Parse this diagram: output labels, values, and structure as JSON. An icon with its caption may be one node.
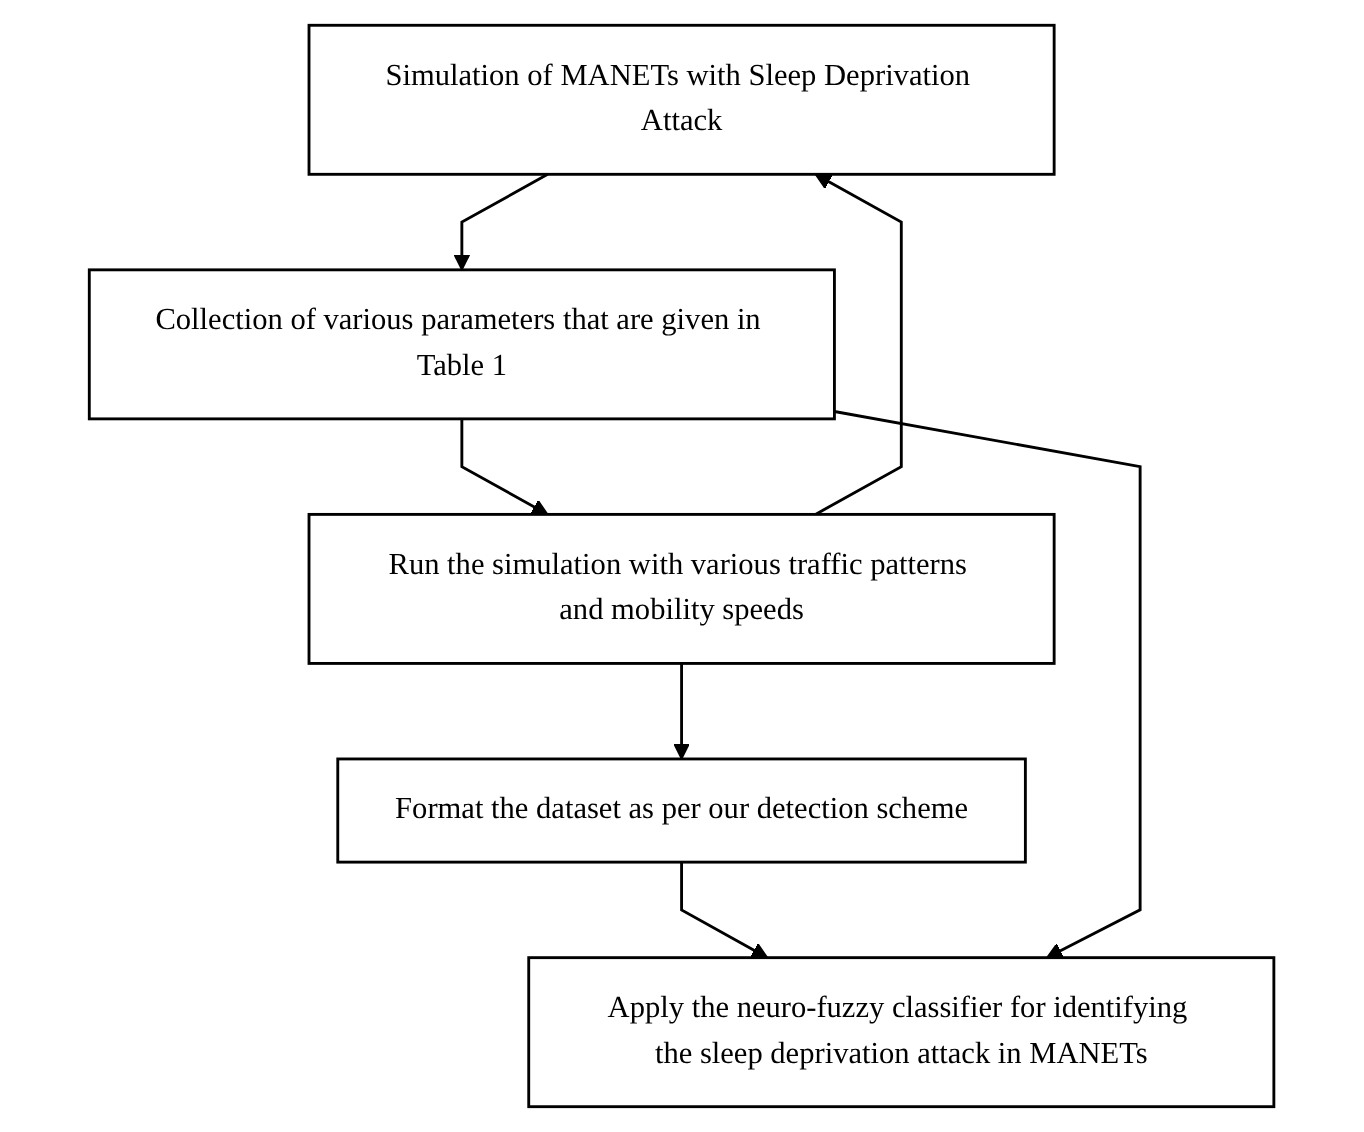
{
  "diagram": {
    "nodes": [
      {
        "text": [
          "Simulation of MANETs with Sleep Deprivation Attack"
        ]
      },
      {
        "text": [
          "Collection of various parameters that are given in Table 1"
        ]
      },
      {
        "text": [
          "Run the simulation with various traffic patterns and mobility speeds"
        ]
      },
      {
        "text": [
          "Format the dataset as per our detection scheme"
        ]
      },
      {
        "text": [
          "Apply the neuro-fuzzy classifier for identifying the sleep deprivation attack in MANETs"
        ]
      }
    ],
    "edges": [
      {
        "from": 0,
        "to": 1,
        "arrow": "to"
      },
      {
        "from": 1,
        "to": 2,
        "arrow": "to"
      },
      {
        "from": 2,
        "to": 0,
        "arrow": "to"
      },
      {
        "from": 2,
        "to": 3,
        "arrow": "to"
      },
      {
        "from": 3,
        "to": 4,
        "arrow": "to"
      },
      {
        "from": 1,
        "to": 4,
        "arrow": "to"
      }
    ]
  }
}
